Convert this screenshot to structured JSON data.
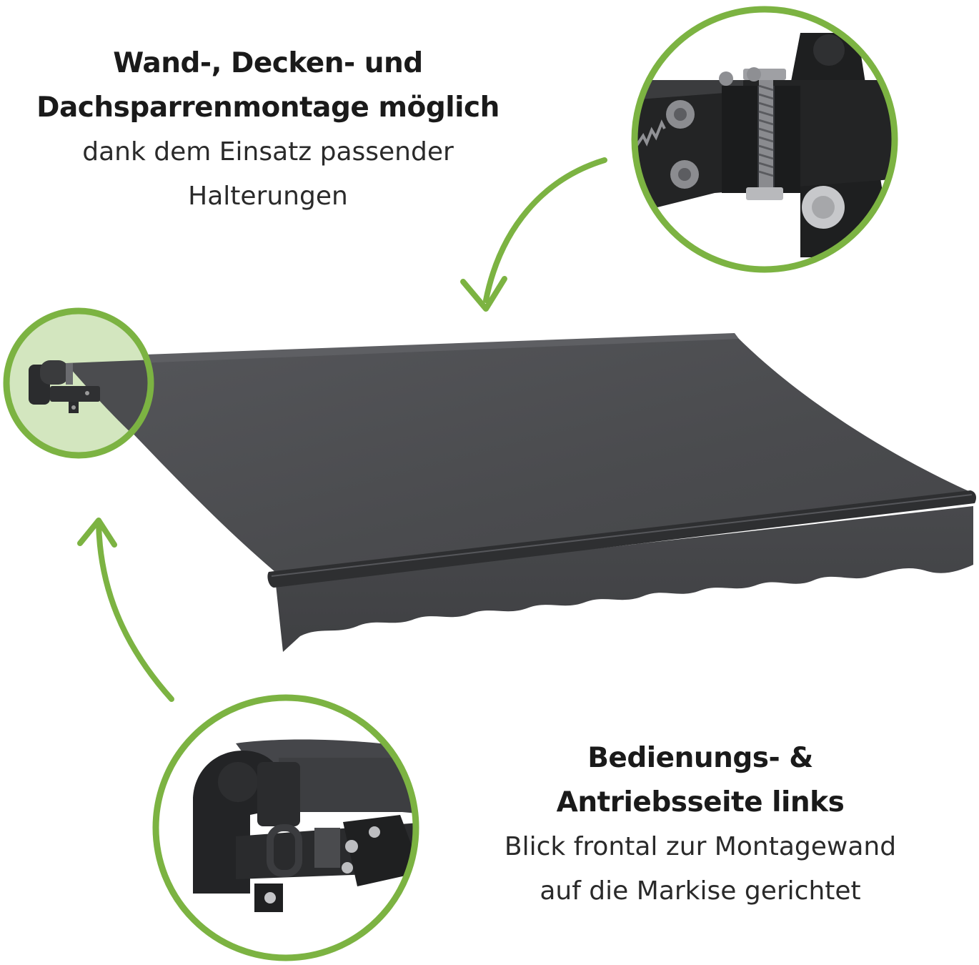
{
  "top_callout": {
    "headline_line1": "Wand-, Decken- und",
    "headline_line2": "Dachsparrenmontage möglich",
    "sub_line1": "dank dem Einsatz passender",
    "sub_line2": "Halterungen"
  },
  "bottom_callout": {
    "headline_line1": "Bedienungs- &",
    "headline_line2": "Antriebsseite links",
    "sub_line1": "Blick frontal zur Montagewand",
    "sub_line2": "auf die Markise gerichtet"
  },
  "colors": {
    "accent_green": "#7cb342",
    "highlight_fill": "#d3e6bf",
    "awning_fabric": "#4b4c4f",
    "awning_shadow": "#3a3b3d",
    "frame_dark": "#2b2c2e"
  },
  "icons": {
    "top_arrow": "curved-arrow-down-left-icon",
    "bottom_arrow": "curved-arrow-up-icon"
  }
}
